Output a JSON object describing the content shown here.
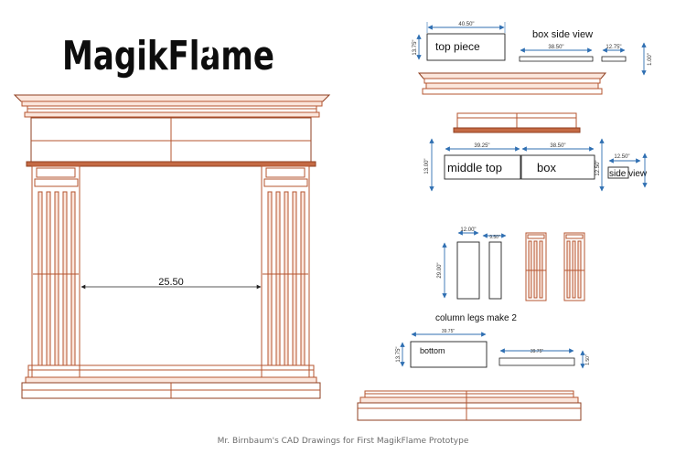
{
  "logo": {
    "text": "MagikFlame"
  },
  "caption": "Mr. Birnbaum's CAD Drawings for First MagikFlame Prototype",
  "mantel": {
    "opening_width": "25.50"
  },
  "parts": {
    "top_piece": {
      "label": "top piece",
      "width": "40.50\"",
      "height": "13.75\""
    },
    "box_side_view": {
      "label": "box side view",
      "length": "38.50\"",
      "depth": "12.75\"",
      "height": "1.00\""
    },
    "middle_top": {
      "label": "middle top",
      "width": "39.25\"",
      "height": "13.00\""
    },
    "box": {
      "label": "box",
      "width": "38.50\"",
      "height": "12.50\""
    },
    "side_view": {
      "label": "side view",
      "depth": "12.50\""
    },
    "column_legs": {
      "label": "column legs make 2",
      "width_a": "12.00\"",
      "width_b": "9.50\"",
      "height": "29.00\""
    },
    "bottom": {
      "label": "bottom",
      "width": "39.75\"",
      "height": "13.75\"",
      "side_length": "39.75\"",
      "side_height": "1.50\""
    }
  },
  "colors": {
    "wood": "#b5542f",
    "dim_blue": "#2f6fb2",
    "line": "#222222",
    "caption": "#6b6b6b"
  }
}
